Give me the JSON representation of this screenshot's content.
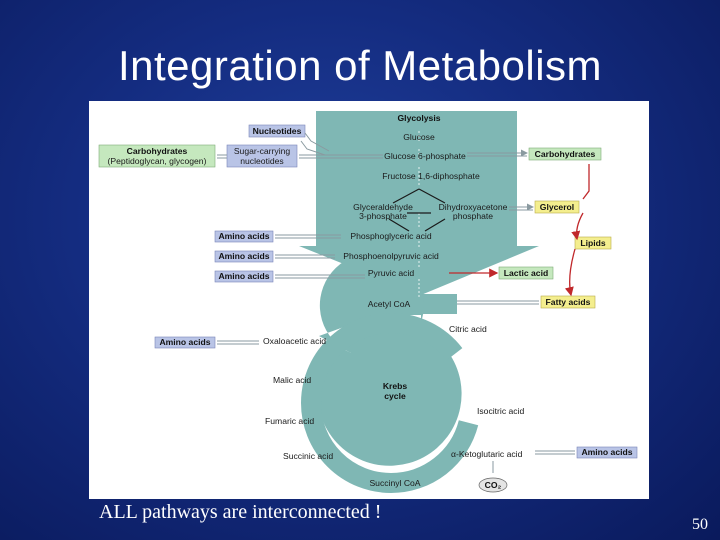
{
  "slide": {
    "title": "Integration of Metabolism",
    "caption": "ALL pathways are interconnected !",
    "page_number": "50"
  },
  "diagram": {
    "main_pathway": {
      "glycolysis": "Glycolysis",
      "glucose": "Glucose",
      "glucose6p": "Glucose 6-phosphate",
      "fructose16": "Fructose 1,6-diphosphate",
      "glyceraldehyde_1": "Glyceraldehyde",
      "glyceraldehyde_2": "3-phosphate",
      "dihydroxy_1": "Dihydroxyacetone",
      "dihydroxy_2": "phosphate",
      "phosphoglyceric": "Phosphoglyceric acid",
      "phosphoenolpyruvic": "Phosphoenolpyruvic acid",
      "pyruvic": "Pyruvic acid",
      "acetyl_coa": "Acetyl CoA"
    },
    "krebs": {
      "title_1": "Krebs",
      "title_2": "cycle",
      "citric": "Citric acid",
      "oxaloacetic": "Oxaloacetic acid",
      "malic": "Malic acid",
      "fumaric": "Fumaric acid",
      "succinic": "Succinic acid",
      "succinyl": "Succinyl CoA",
      "ketoglutaric": "α-Ketoglutaric acid",
      "isocitric": "Isocitric acid",
      "co2": "CO₂"
    },
    "left_boxes": {
      "nucleotides": "Nucleotides",
      "carbohydrates_1": "Carbohydrates",
      "carbohydrates_2": "(Peptidoglycan, glycogen)",
      "sugar_carrying_1": "Sugar-carrying",
      "sugar_carrying_2": "nucleotides",
      "amino1": "Amino acids",
      "amino2": "Amino acids",
      "amino3": "Amino acids",
      "amino4": "Amino acids"
    },
    "right_boxes": {
      "carbohydrates": "Carbohydrates",
      "glycerol": "Glycerol",
      "lipids": "Lipids",
      "lactic": "Lactic acid",
      "fatty": "Fatty acids",
      "amino": "Amino acids"
    },
    "colors": {
      "pathway_fill": "#7fb7b4",
      "blue_box": "#b9c4e6",
      "yellow_box": "#f4ee8e",
      "green_box": "#c5e8be",
      "arrow_red": "#c0282b",
      "background_dark": "#0a1a5c",
      "background_light": "#1f3f9c"
    }
  }
}
